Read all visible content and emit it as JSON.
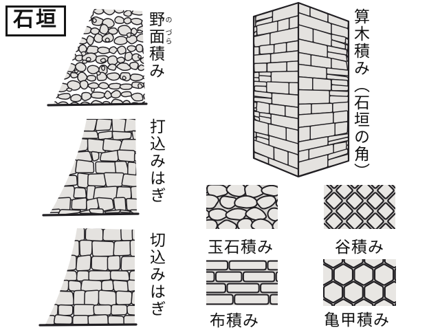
{
  "title": "石垣",
  "colors": {
    "outline": "#201e22",
    "stone_fill": "#e4e2df",
    "stone_fill_light": "#e8e6e3",
    "pattern_bg": "#d7d5d2",
    "text": "#111111"
  },
  "labels": {
    "nozura": {
      "base1": "野",
      "ruby1": "の",
      "base2": "面",
      "ruby2": "づら",
      "rest": "積み"
    },
    "uchikomi": "打込みはぎ",
    "kirikomi": "切込みはぎ",
    "sangi": "算木積み（石垣の角）",
    "tamaishi": "玉石積み",
    "tani": "谷積み",
    "nuno": "布積み",
    "kikko": "亀甲積み"
  }
}
